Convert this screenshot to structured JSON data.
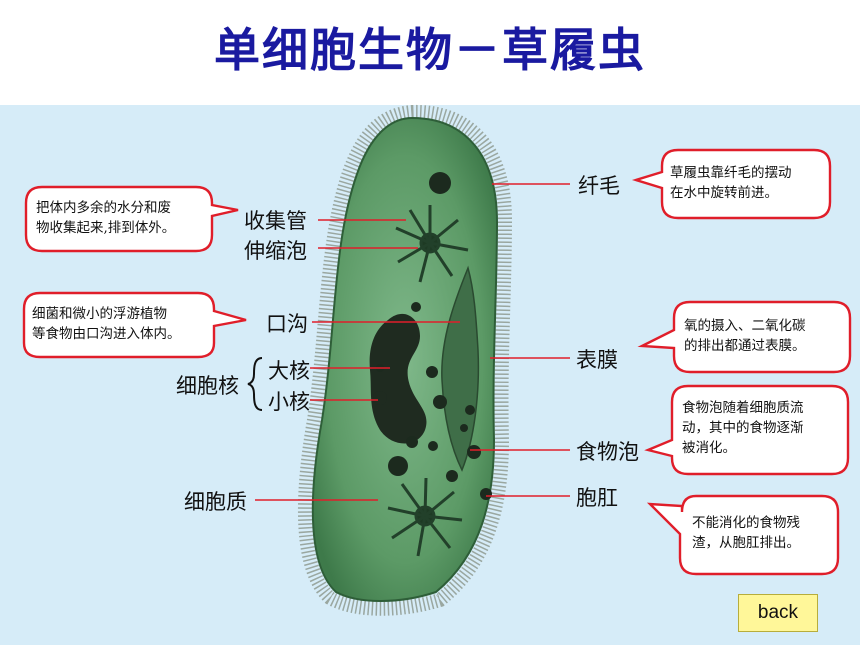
{
  "title": "单细胞生物－草履虫",
  "labels": {
    "cilia": "纤毛",
    "collecting_duct": "收集管",
    "contractile_vacuole": "伸缩泡",
    "oral_groove": "口沟",
    "macronucleus": "大核",
    "micronucleus": "小核",
    "nucleus": "细胞核",
    "pellicle": "表膜",
    "food_vacuole": "食物泡",
    "anal_pore": "胞肛",
    "cytoplasm": "细胞质"
  },
  "callouts": {
    "excretion": [
      "把体内多余的水分和废",
      "物收集起来,排到体外。"
    ],
    "cilia_move": [
      "草履虫靠纤毛的摆动",
      "在水中旋转前进。"
    ],
    "feeding": [
      "细菌和微小的浮游植物",
      "等食物由口沟进入体内。"
    ],
    "respiration": [
      "氧的摄入、二氧化碳",
      "的排出都通过表膜。"
    ],
    "digestion": [
      "食物泡随着细胞质流",
      "动，其中的食物逐渐",
      "被消化。"
    ],
    "egestion": [
      "不能消化的食物残",
      "渣，从胞肛排出。"
    ]
  },
  "back_label": "back",
  "colors": {
    "title": "#1a1aa0",
    "panel_bg": "#d6ecf8",
    "callout_border": "#e01e2a",
    "label_line": "#e01e2a",
    "cell_body": "#5c9a66",
    "back_bg": "#fff799"
  }
}
